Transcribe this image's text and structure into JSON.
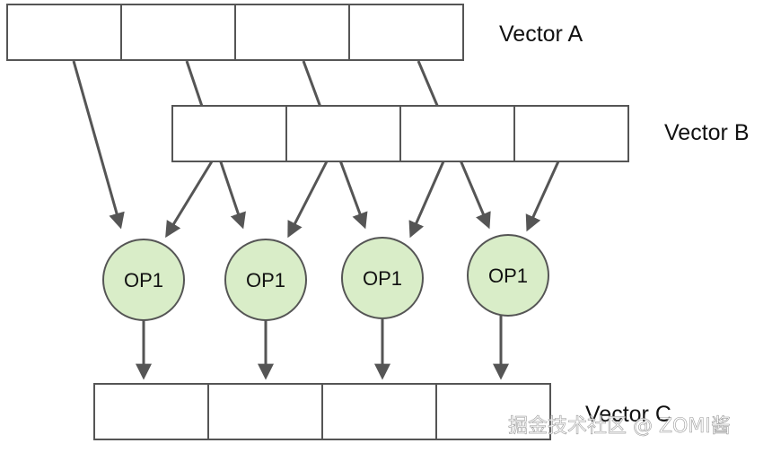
{
  "vector_a": {
    "label": "Vector A",
    "cells": 4
  },
  "vector_b": {
    "label": "Vector B",
    "cells": 4
  },
  "vector_c": {
    "label": "Vector C",
    "cells": 4
  },
  "ops": [
    {
      "label": "OP1"
    },
    {
      "label": "OP1"
    },
    {
      "label": "OP1"
    },
    {
      "label": "OP1"
    }
  ],
  "watermark": "掘金技术社区 @ ZOMI酱",
  "colors": {
    "op_fill": "#d9edc8",
    "stroke": "#555555"
  }
}
